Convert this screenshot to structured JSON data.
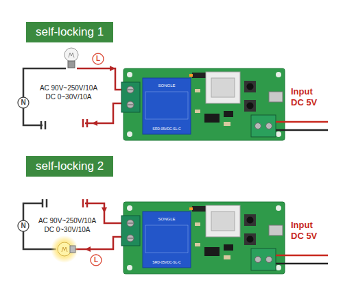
{
  "diagram": {
    "nodes": [
      {
        "text": [
          "self-locking 1"
        ]
      },
      {
        "text": [
          "L"
        ]
      },
      {
        "text": [
          "N"
        ]
      },
      {
        "text": [
          "self-locking 2"
        ]
      },
      {
        "text": [
          "N"
        ]
      },
      {
        "text": [
          "L"
        ]
      }
    ],
    "labels": [
      "AC 90V~250V/10A DC 0~30V/10A",
      "Input DC 5V",
      "SONGLE",
      "SRD-05VDC-SL-C",
      "AC 90V~250V/10A DC 0~30V/10A",
      "Input DC 5V",
      "SONGLE",
      "SRD-05VDC-SL-C"
    ]
  }
}
